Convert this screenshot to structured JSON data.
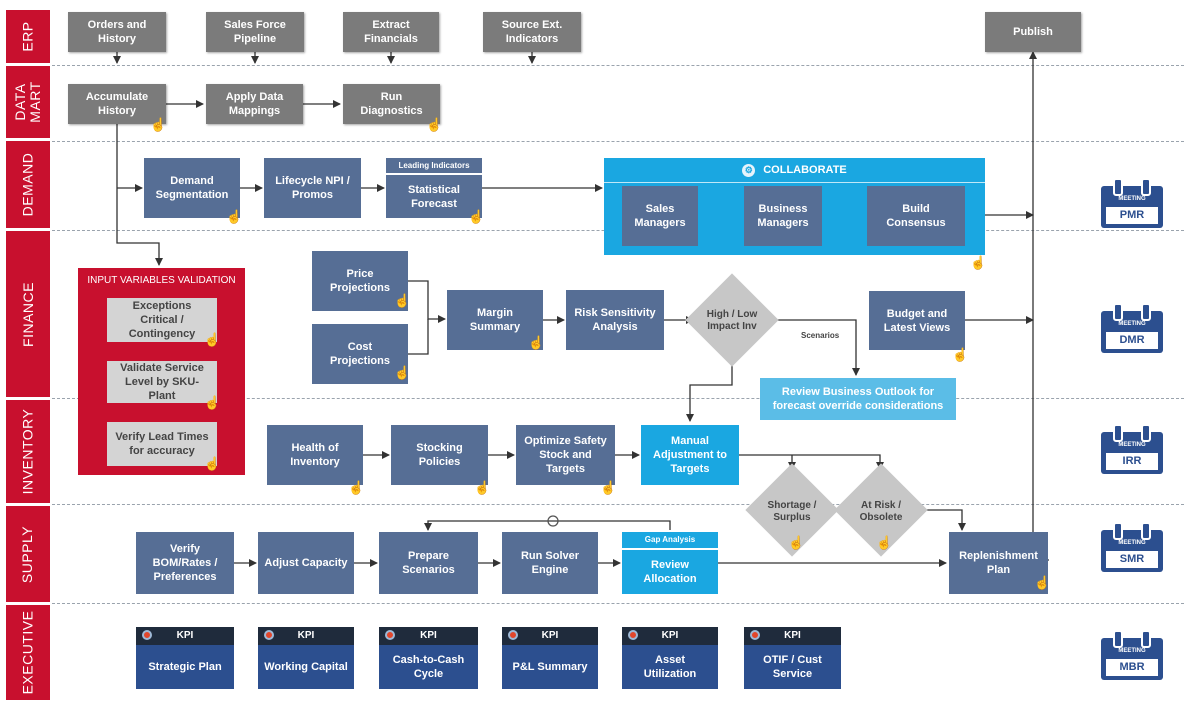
{
  "lanes": [
    "ERP",
    "DATA MART",
    "DEMAND",
    "FINANCE",
    "INVENTORY",
    "SUPPLY",
    "EXECUTIVE"
  ],
  "erp": {
    "orders": "Orders and History",
    "sales_force": "Sales Force Pipeline",
    "extract": "Extract Financials",
    "source_ext": "Source Ext. Indicators",
    "publish": "Publish"
  },
  "data_mart": {
    "accumulate": "Accumulate History",
    "apply": "Apply Data Mappings",
    "diagnostics": "Run Diagnostics"
  },
  "demand": {
    "segmentation": "Demand Segmentation",
    "lifecycle": "Lifecycle NPI / Promos",
    "leading_header": "Leading Indicators",
    "statistical": "Statistical Forecast",
    "collaborate": "COLLABORATE",
    "sales_managers": "Sales Managers",
    "business_managers": "Business Managers",
    "build_consensus": "Build Consensus"
  },
  "validation": {
    "title": "INPUT VARIABLES VALIDATION",
    "items": [
      "Exceptions Critical / Contingency",
      "Validate Service Level by SKU-Plant",
      "Verify Lead Times for accuracy"
    ]
  },
  "finance": {
    "price": "Price Projections",
    "cost": "Cost Projections",
    "margin": "Margin Summary",
    "risk": "Risk Sensitivity Analysis",
    "high_low": "High / Low Impact Inv",
    "scenarios": "Scenarios",
    "budget": "Budget and Latest Views",
    "review_outlook": "Review Business Outlook for forecast override considerations"
  },
  "inventory": {
    "health": "Health of Inventory",
    "stocking": "Stocking Policies",
    "optimize": "Optimize Safety Stock and Targets",
    "manual": "Manual Adjustment to Targets",
    "shortage": "Shortage / Surplus",
    "at_risk": "At Risk / Obsolete"
  },
  "supply": {
    "verify_bom": "Verify BOM/Rates / Preferences",
    "adjust": "Adjust Capacity",
    "prepare": "Prepare Scenarios",
    "solver": "Run Solver Engine",
    "gap_header": "Gap Analysis",
    "review_alloc": "Review Allocation",
    "replenishment": "Replenishment Plan"
  },
  "executive": {
    "kpi_label": "KPI",
    "kpis": [
      "Strategic Plan",
      "Working Capital",
      "Cash-to-Cash Cycle",
      "P&L Summary",
      "Asset Utilization",
      "OTIF / Cust Service"
    ]
  },
  "meetings": {
    "label": "MEETING",
    "names": [
      "PMR",
      "DMR",
      "IRR",
      "SMR",
      "MBR"
    ]
  },
  "colors": {
    "lane_red": "#c8102e",
    "process_blue": "#566e95",
    "collaborate_cyan": "#1aa7e1",
    "kpi_navy": "#2c4f8f",
    "erp_grey": "#7b7b7b"
  }
}
